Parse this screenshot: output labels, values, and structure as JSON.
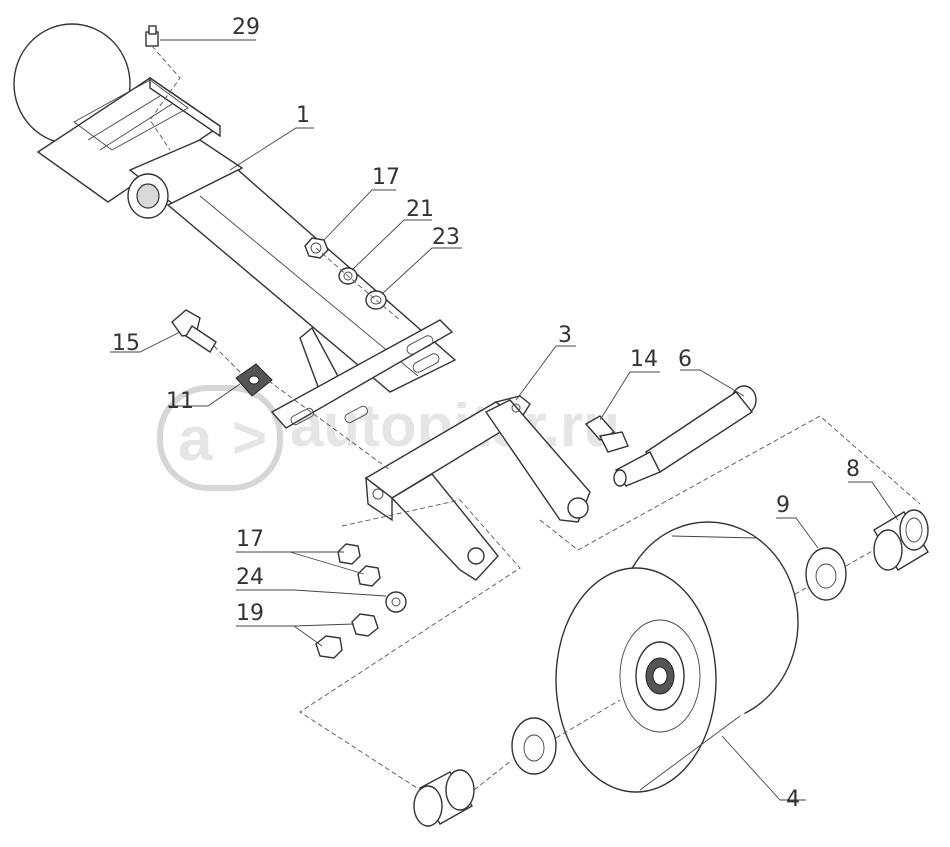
{
  "callouts": [
    {
      "id": "c29",
      "label": "29"
    },
    {
      "id": "c1",
      "label": "1"
    },
    {
      "id": "c17a",
      "label": "17"
    },
    {
      "id": "c21",
      "label": "21"
    },
    {
      "id": "c23",
      "label": "23"
    },
    {
      "id": "c15",
      "label": "15"
    },
    {
      "id": "c11",
      "label": "11"
    },
    {
      "id": "c3",
      "label": "3"
    },
    {
      "id": "c14",
      "label": "14"
    },
    {
      "id": "c6",
      "label": "6"
    },
    {
      "id": "c8",
      "label": "8"
    },
    {
      "id": "c9",
      "label": "9"
    },
    {
      "id": "c17b",
      "label": "17"
    },
    {
      "id": "c24",
      "label": "24"
    },
    {
      "id": "c19",
      "label": "19"
    },
    {
      "id": "c4",
      "label": "4"
    }
  ],
  "watermark": "autopiter.ru"
}
